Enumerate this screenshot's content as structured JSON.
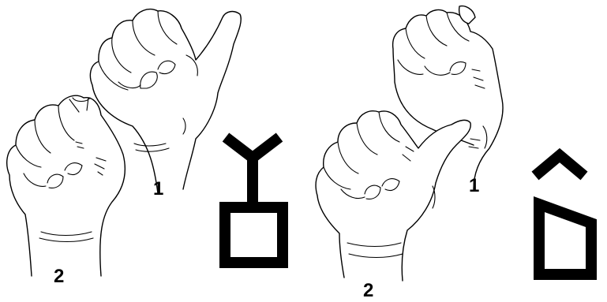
{
  "figures": [
    {
      "hand_back_label": "1",
      "hand_front_label": "2",
      "symbol": "y-stem-square"
    },
    {
      "hand_back_label": "1",
      "hand_front_label": "2",
      "symbol": "caret-square"
    }
  ],
  "colors": {
    "ink": "#000000",
    "paper": "#ffffff"
  }
}
